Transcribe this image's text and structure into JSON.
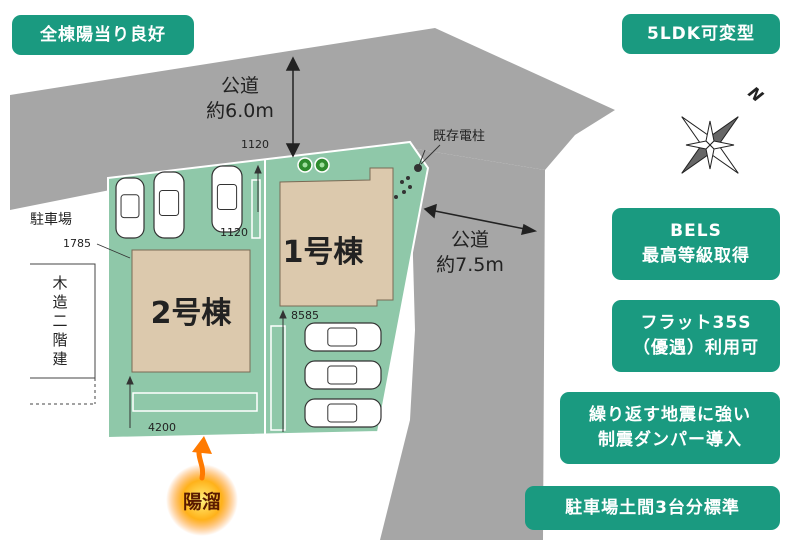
{
  "badges": {
    "sunlight": "全棟陽当り良好",
    "layout": "5LDK可変型",
    "bels": [
      "BELS",
      "最高等級取得"
    ],
    "flat35": [
      "フラット35S",
      "（優遇）利用可"
    ],
    "damper": [
      "繰り返す地震に強い",
      "制震ダンパー導入"
    ],
    "parking": "駐車場土間3台分標準"
  },
  "roads": {
    "north_road": [
      "公道",
      "約6.0m"
    ],
    "east_road": [
      "公道",
      "約7.5m"
    ]
  },
  "buildings": {
    "building1": "1号棟",
    "building2": "2号棟"
  },
  "labels": {
    "utility_pole": "既存電柱",
    "parking_area": "駐車場",
    "neighbor_wood": [
      "木",
      "造",
      "二",
      "階",
      "建"
    ],
    "sun_patch": "陽溜"
  },
  "dimensions": {
    "d1120_top": "1120",
    "d1120_mid": "1120",
    "d1785": "1785",
    "d8585": "8585",
    "d4200": "4200"
  },
  "compass": {
    "north": "N"
  },
  "colors": {
    "accent": "#1a9a80",
    "lot": "#8fc8a9",
    "road": "#a6a6a6",
    "building": "#dcc9ad"
  }
}
